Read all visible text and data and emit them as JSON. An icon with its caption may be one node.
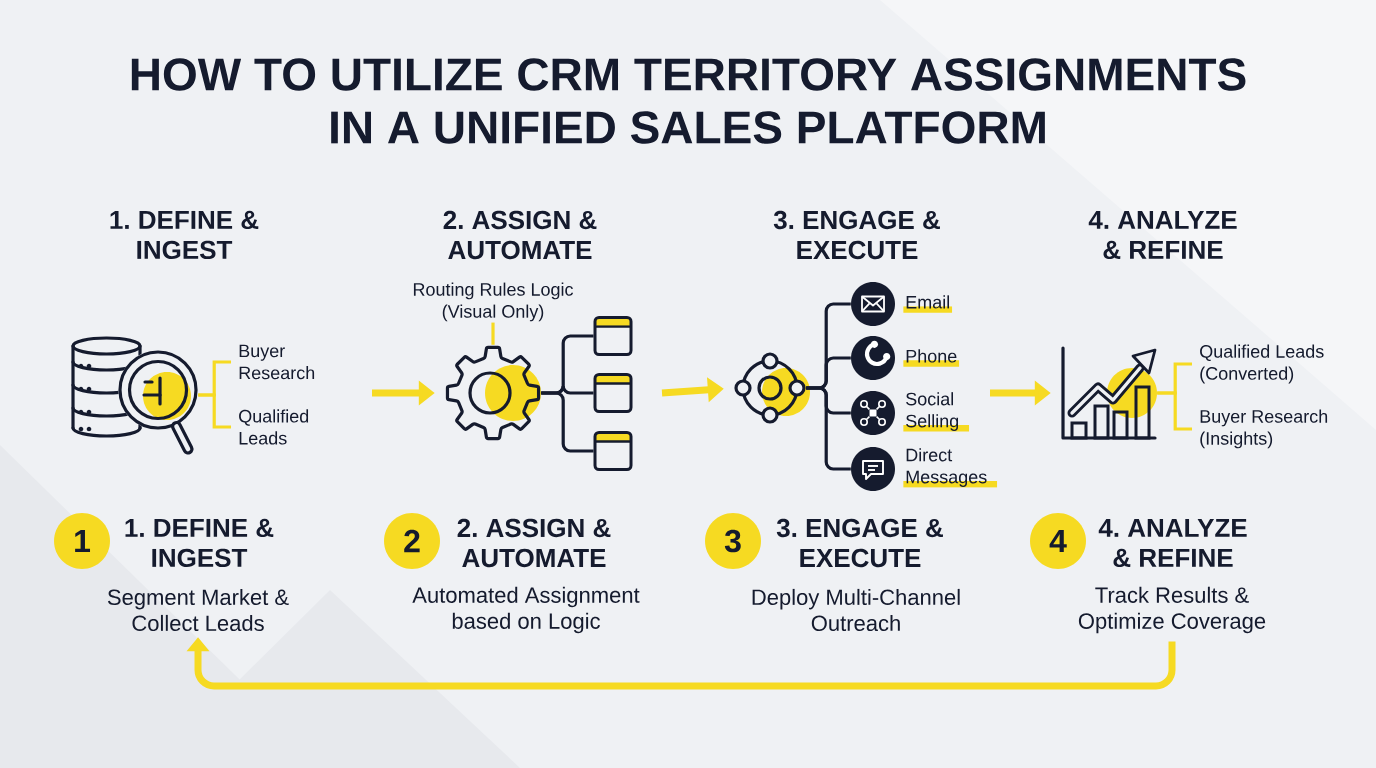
{
  "diagram": {
    "title": "HOW TO UTILIZE CRM TERRITORY ASSIGNMENTS IN A UNIFIED SALES PLATFORM",
    "nodes": [
      {
        "text": [],
        "shape": "picture"
      },
      {
        "text": [
          "Buyer Research"
        ]
      },
      {
        "text": [
          "Qualified Leads"
        ]
      },
      {
        "text": [
          "Routing Rules Logic (Visual Only)"
        ]
      },
      {
        "text": [],
        "shape": "picture"
      },
      {
        "text": [],
        "shape": "box"
      },
      {
        "text": [],
        "shape": "box"
      },
      {
        "text": [],
        "shape": "box"
      },
      {
        "text": [],
        "shape": "picture"
      },
      {
        "text": [],
        "shape": "picture",
        "beside": [
          "Email"
        ]
      },
      {
        "text": [],
        "shape": "picture",
        "beside": [
          "Phone"
        ]
      },
      {
        "text": [],
        "shape": "picture",
        "beside": [
          "Social Selling"
        ]
      },
      {
        "text": [],
        "shape": "picture",
        "beside": [
          "Direct Messages"
        ]
      },
      {
        "text": [],
        "shape": "picture"
      },
      {
        "text": [
          "Qualified Leads (Converted)"
        ]
      },
      {
        "text": [
          "Buyer Research (Insights)"
        ]
      },
      {
        "text": [
          "1"
        ],
        "beside": [
          "1. DEFINE & INGEST"
        ]
      },
      {
        "text": [
          "Segment Market & Collect Leads"
        ]
      },
      {
        "text": [
          "2"
        ],
        "beside": [
          "2. ASSIGN & AUTOMATE"
        ]
      },
      {
        "text": [
          "Automated Assignment based on Logic"
        ]
      },
      {
        "text": [
          "3"
        ],
        "beside": [
          "3. ENGAGE & EXECUTE"
        ]
      },
      {
        "text": [
          "Deploy Multi-Channel Outreach"
        ]
      },
      {
        "text": [
          "4"
        ],
        "beside": [
          "4. ANALYZE & REFINE"
        ]
      },
      {
        "text": [
          "Track Results & Optimize Coverage"
        ]
      }
    ],
    "edges": [
      {
        "from": 0,
        "to": 1,
        "arrow": "none"
      },
      {
        "from": 0,
        "to": 2,
        "arrow": "none"
      },
      {
        "from": null,
        "to": 4,
        "arrow": "to",
        "style": "thick"
      },
      {
        "from": 3,
        "to": 4,
        "arrow": "none"
      },
      {
        "from": 4,
        "to": 5,
        "arrow": "none",
        "color": "#151b2e"
      },
      {
        "from": 4,
        "to": 6,
        "arrow": "none",
        "color": "#151b2e"
      },
      {
        "from": 4,
        "to": 7,
        "arrow": "none",
        "color": "#151b2e"
      },
      {
        "from": null,
        "to": 8,
        "arrow": "to",
        "style": "thick"
      },
      {
        "from": 8,
        "to": 9,
        "arrow": "none",
        "color": "#151b2e"
      },
      {
        "from": 8,
        "to": 10,
        "arrow": "none",
        "color": "#151b2e"
      },
      {
        "from": 8,
        "to": 11,
        "arrow": "none",
        "color": "#151b2e"
      },
      {
        "from": 8,
        "to": 12,
        "arrow": "none",
        "color": "#151b2e"
      },
      {
        "from": null,
        "to": 13,
        "arrow": "to",
        "style": "thick"
      },
      {
        "from": 13,
        "to": 14,
        "arrow": "none"
      },
      {
        "from": 13,
        "to": 15,
        "arrow": "none"
      },
      {
        "from": 23,
        "to": 17,
        "arrow": "to",
        "style": "thick"
      }
    ],
    "labels": [
      "1. DEFINE & INGEST",
      "2. ASSIGN & AUTOMATE",
      "3. ENGAGE & EXECUTE",
      "4. ANALYZE & REFINE"
    ]
  }
}
